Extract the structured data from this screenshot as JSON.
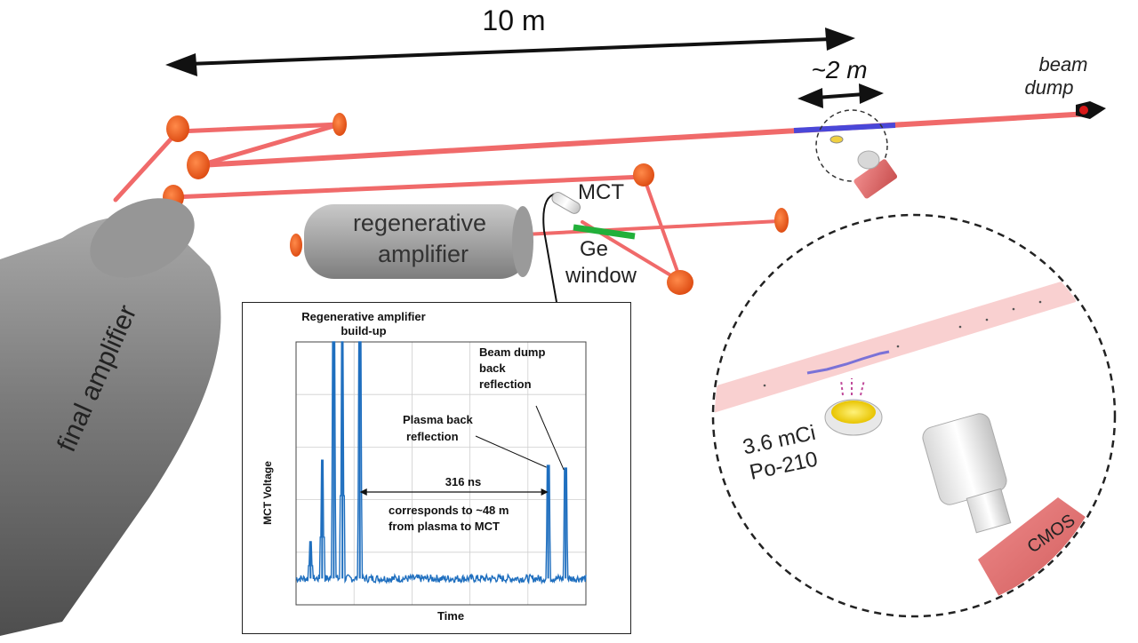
{
  "scale": {
    "long_distance": "10 m",
    "short_distance": "~2 m"
  },
  "labels": {
    "beam_dump": [
      "beam",
      "dump"
    ],
    "mct": "MCT",
    "ge_window": [
      "Ge",
      "window"
    ],
    "regenerative_amplifier": [
      "regenerative",
      "amplifier"
    ],
    "final_amplifier": "final amplifier",
    "source": [
      "3.6 mCi",
      "Po-210"
    ],
    "camera": "CMOS"
  },
  "colors": {
    "laser_beam": "#f06a6a",
    "mirror": "#f05a1e",
    "interaction_zone": "#4a47d8",
    "ge_window": "#22b03a",
    "camera": "#e46f6f",
    "amplifier": "#7c7c7c",
    "trace": "#1f6fbf"
  },
  "chart_data": {
    "type": "line",
    "title": "",
    "xlabel": "Time",
    "ylabel": "MCT Voltage",
    "xlim": [
      0,
      1
    ],
    "ylim": [
      0,
      1
    ],
    "grid": true,
    "baseline": 0.1,
    "spikes": [
      {
        "x": 0.05,
        "y": 0.24
      },
      {
        "x": 0.09,
        "y": 0.55
      },
      {
        "x": 0.13,
        "y": 1.0
      },
      {
        "x": 0.16,
        "y": 1.0
      },
      {
        "x": 0.22,
        "y": 1.0
      },
      {
        "x": 0.87,
        "y": 0.53
      },
      {
        "x": 0.93,
        "y": 0.52
      }
    ],
    "annotations": [
      {
        "text": [
          "Regenerative amplifier",
          "build-up"
        ]
      },
      {
        "text": [
          "Beam dump",
          "back",
          "reflection"
        ]
      },
      {
        "text": [
          "Plasma back",
          "reflection"
        ]
      },
      {
        "text": [
          "316 ns"
        ]
      },
      {
        "text": [
          "corresponds to ~48 m",
          "from plasma to MCT"
        ]
      }
    ]
  }
}
